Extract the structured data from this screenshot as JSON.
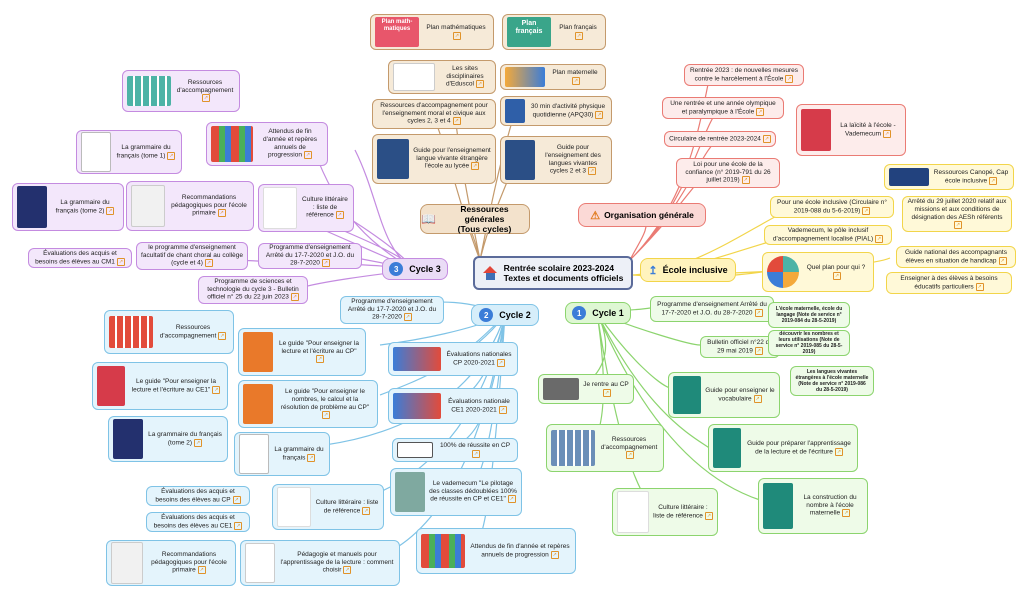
{
  "root": {
    "title_line1": "Rentrée scolaire 2023-2024",
    "title_line2": "Textes et documents officiels"
  },
  "hubs": {
    "cycle3": {
      "num": "3",
      "label": "Cycle 3"
    },
    "cycle2": {
      "num": "2",
      "label": "Cycle 2"
    },
    "cycle1": {
      "num": "1",
      "label": "Cycle 1"
    },
    "ressources": {
      "line1": "Ressources générales",
      "line2": "(Tous cycles)"
    },
    "organisation": {
      "label": "Organisation générale"
    },
    "inclusive": {
      "label": "École inclusive"
    }
  },
  "thumbs": {
    "maths": "Plan math-matiques",
    "francais": "Plan français"
  },
  "nodes": {
    "c3_ress": "Ressources d'accompagnement",
    "c3_gramm1": "La grammaire du français (tome 1)",
    "c3_attendus": "Attendus de fin d'année et repères annuels de progression",
    "c3_gramm2": "La grammaire du français (tome 2)",
    "c3_recomm": "Recommandations pédagogiques pour l'école primaire",
    "c3_culture": "Culture littéraire : liste de référence",
    "c3_eval": "Évaluations des acquis et besoins des élèves au CM1",
    "c3_chant": "le programme d'enseignement facultatif de chant choral au collège (cycle et 4)",
    "c3_prog": "Programme d'enseignement Arrêté du 17-7-2020 et J.O. du 28-7-2020",
    "c3_sciences": "Programme de sciences et technologie du cycle 3 - Bulletin officiel n° 25 du 22 juin 2023",
    "rg_maths": "Plan mathématiques",
    "rg_francais": "Plan français",
    "rg_sites": "Les sites disciplinaires d'Eduscol",
    "rg_maternelle": "Plan maternelle",
    "rg_moral": "Ressources d'accompagnement pour l'enseignement moral et civique aux cycles 2, 3 et 4",
    "rg_apq": "30 min d'activité physique quotidienne (APQ30)",
    "rg_lycee": "Guide pour l'enseignement langue vivante étrangère l'école au lycée",
    "rg_lv": "Guide pour l'enseignement des langues vivantes cycles 2 et 3",
    "og_harcel": "Rentrée 2023 : de nouvelles mesures contre le harcèlement à l'École",
    "og_olymp": "Une rentrée et une année olympique et paralympique à l'École",
    "og_circ": "Circulaire de rentrée 2023-2024",
    "og_laic": "La laïcité à l'école - Vademecum",
    "og_loi": "Loi pour une école de la confiance (n° 2019-791 du 26 juillet 2019)",
    "ei_canope": "Ressources Canopé, Cap école inclusive",
    "ei_circ": "Pour une école inclusive (Circulaire n° 2019-088 du 5-6-2019)",
    "ei_aesh": "Arrêté du 29 juillet 2020 relatif aux missions et aux conditions de désignation des AESh référents",
    "ei_pial": "Vademecum, le pôle inclusif d'accompagnement localisé (PIAL)",
    "ei_guide": "Guide national des accompagnants élèves en situation de handicap",
    "ei_quel": "Quel plan pour qui ?",
    "ei_besoins": "Enseigner à des élèves à besoins éducatifs particuliers",
    "c2_prog": "Programme d'enseignement Arrêté du 17-7-2020 et J.O. du 28-7-2020",
    "c2_ress": "Ressources d'accompagnement",
    "c2_guide_cp": "Le guide \"Pour enseigner la lecture et l'écriture au CP\"",
    "c2_evalcp": "Évaluations nationales CP 2020-2021",
    "c2_guide_ce1": "Le guide \"Pour enseigner la lecture et l'écriture au CE1\"",
    "c2_nombres": "Le guide \"Pour enseigner le nombres, le calcul et la résolution de problème au CP\"",
    "c2_evalce1": "Évaluations nationale CE1 2020-2021",
    "c2_gramm2": "La grammaire du français (tome 2)",
    "c2_gramm": "La grammaire du français",
    "c2_100": "100% de réussite en CP",
    "c2_eval_cp": "Évaluations des acquis et besoins des élèves au CP",
    "c2_culture": "Culture littéraire : liste de référence",
    "c2_vade": "Le vademecum \"Le pilotage des classes dédoublées 100% de réussite en CP et CE1\"",
    "c2_eval_ce1": "Évaluations des acquis et besoins des élèves au CE1",
    "c2_recomm": "Recommandations pédagogiques pour l'école primaire",
    "c2_pedago": "Pédagogie et manuels pour l'apprentissage de la lecture : comment choisir",
    "c2_attendus": "Attendus de fin d'année et repères annuels de progression",
    "c1_prog": "Programme d'enseignement Arrêté du 17-7-2020 et J.O. du 28-7-2020",
    "c1_bo": "Bulletin officiel n°22 du 29 mai 2019",
    "c1_langage": "L'école maternelle, école du langage (Note de service n° 2019-084 du 28-5-2019)",
    "c1_nombres_util": "découvrir les nombres et leurs utilisations (Note de service n° 2019-085 du 28-5-2019)",
    "c1_langues": "Les langues vivantes étrangères à l'école maternelle (Note de service n° 2019-086 du 28-5-2019)",
    "c1_rentre": "Je rentre au CP",
    "c1_vocab": "Guide pour enseigner le vocabulaire",
    "c1_ress": "Ressources d'accompagnement",
    "c1_prep": "Guide pour préparer l'apprentissage de la lecture et de l'écriture",
    "c1_culture": "Culture littéraire : liste de référence",
    "c1_constr": "La construction du nombre à l'école maternelle"
  }
}
